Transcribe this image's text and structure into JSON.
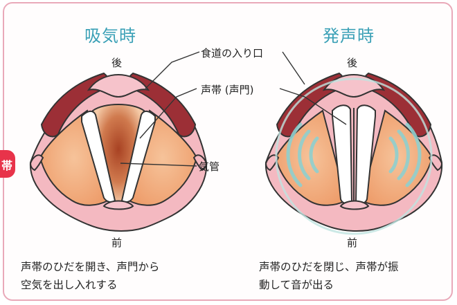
{
  "left": {
    "title": "吸気時",
    "back": "後",
    "front": "前",
    "caption_lines": [
      "声帯のひだを開き、声門から",
      "空気を出し入れする"
    ]
  },
  "right": {
    "title": "発声時",
    "back": "後",
    "front": "前",
    "caption_lines": [
      "声帯のひだを閉じ、声帯が振",
      "動して音が出る"
    ]
  },
  "labels": {
    "esophagus": "食道の入り口",
    "vocal_cords": "声帯 (声門)",
    "trachea": "気管"
  },
  "edge_tab": "帯",
  "colors": {
    "title": "#3aa0b6",
    "frame": "#e9a9b9",
    "tissue_pink": "#f2b3bc",
    "muscle_red": "#9c2f36",
    "fold_orange": "#f0a777",
    "trachea_brown": "#b5542e",
    "vibration_teal": "#8fd0cf"
  }
}
